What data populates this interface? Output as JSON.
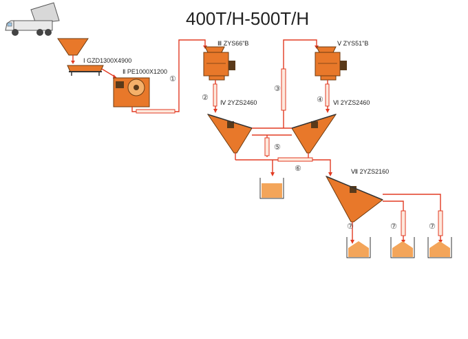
{
  "title": "400T/H-500T/H",
  "equipment": {
    "feeder": "Ⅰ GZD1300X4900",
    "jaw_crusher": "Ⅱ PE1000X1200",
    "cone_crusher_1": "Ⅲ ZYS66\"B",
    "screen_1": "Ⅳ 2YZS2460",
    "cone_crusher_2": "Ⅴ ZYS51\"B",
    "screen_2": "Ⅵ 2YZS2460",
    "screen_3": "Ⅶ 2YZS2160"
  },
  "conveyors": [
    "①",
    "②",
    "③",
    "④",
    "⑤",
    "⑥",
    "⑦",
    "⑦",
    "⑦"
  ],
  "colors": {
    "flow": "#e23a22",
    "machine": "#e8782a",
    "product": "#f3a55a"
  }
}
